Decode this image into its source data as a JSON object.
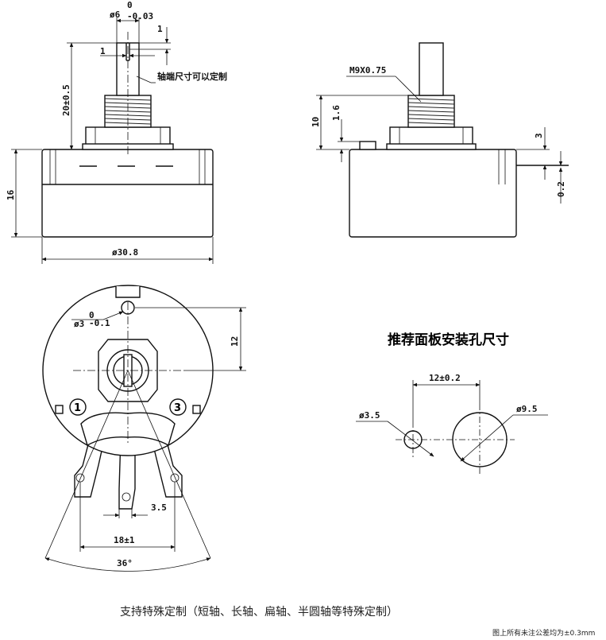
{
  "front_view": {
    "shaft_diameter": "ø6",
    "shaft_tol_upper": "0",
    "shaft_tol_lower": "-0.03",
    "slot_depth": "1",
    "slot_width": "1",
    "shaft_length": "20±0.5",
    "shaft_note": "轴端尺寸可以定制",
    "body_height": "16",
    "body_diameter": "ø30.8"
  },
  "side_view": {
    "thread_spec": "M9X0.75",
    "thread_length": "10",
    "nut_height": "1.6",
    "pin_offset": "3",
    "terminal_thickness": "0.2"
  },
  "bottom_view": {
    "hole_diameter": "ø3",
    "hole_tol_upper": "0",
    "hole_tol_lower": "-0.1",
    "hole_offset": "12",
    "terminal_1": "1",
    "terminal_3": "3",
    "terminal_width": "3.5",
    "terminal_spacing": "18±1",
    "rotation_angle": "36°"
  },
  "panel_cutout": {
    "title": "推荐面板安装孔尺寸",
    "hole_spacing": "12±0.2",
    "small_hole": "ø3.5",
    "large_hole": "ø9.5"
  },
  "caption": "支持特殊定制（短轴、长轴、扁轴、半圆轴等特殊定制）",
  "footnote": "图上所有未注公差均为±0.3mm"
}
